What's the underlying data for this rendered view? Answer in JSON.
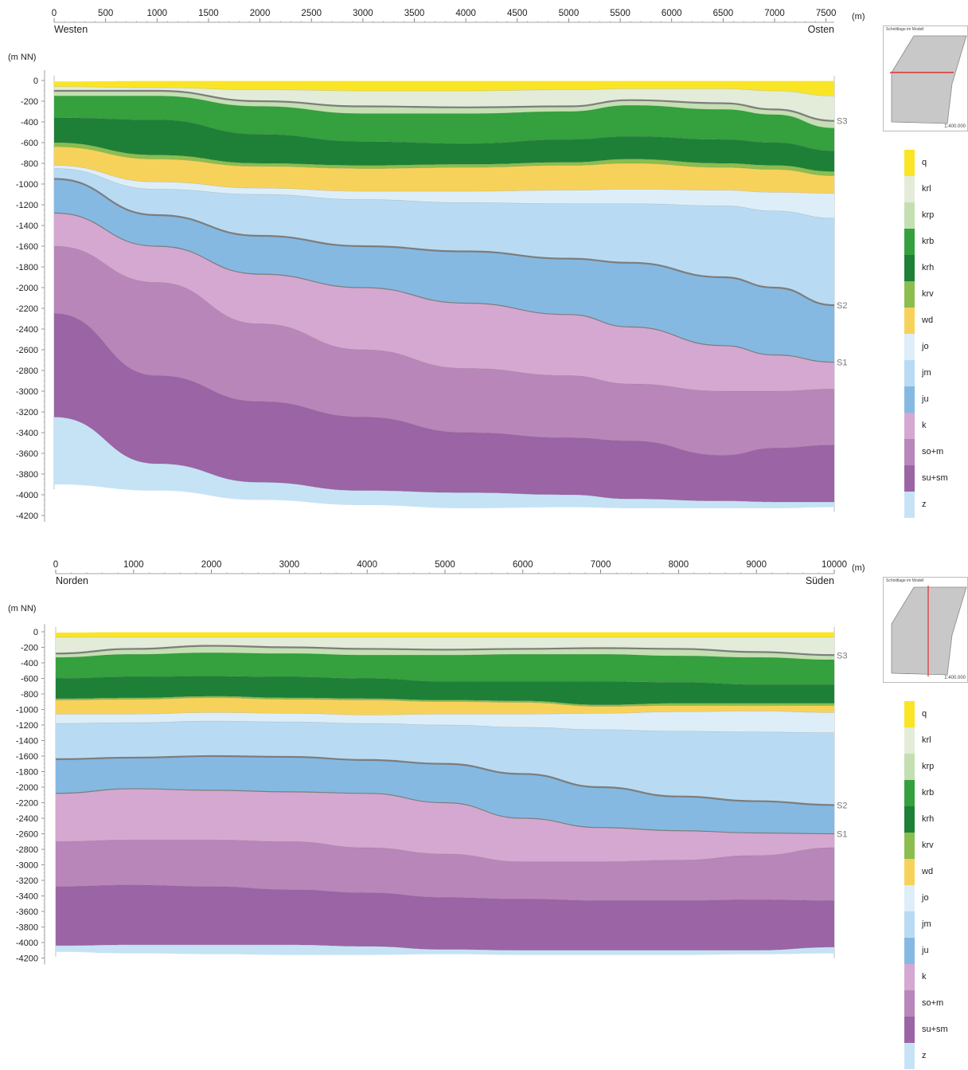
{
  "sections": [
    {
      "id": "we",
      "direction_left": "Westen",
      "direction_right": "Osten",
      "x_unit": "(m)",
      "y_unit": "(m NN)",
      "x_ticks": [
        "0",
        "500",
        "1000",
        "1500",
        "2000",
        "2500",
        "3000",
        "3500",
        "4000",
        "4500",
        "5000",
        "5500",
        "6000",
        "6500",
        "7000",
        "7500"
      ],
      "y_ticks": [
        "0",
        "-200",
        "-400",
        "-600",
        "-800",
        "-1000",
        "-1200",
        "-1400",
        "-1600",
        "-1800",
        "-2000",
        "-2200",
        "-2400",
        "-2600",
        "-2800",
        "-3000",
        "-3200",
        "-3400",
        "-3600",
        "-3800",
        "-4000",
        "-4200"
      ],
      "surface_labels": [
        "S3",
        "S2",
        "S1"
      ],
      "minimap_title": "Schnittlage im Modell",
      "minimap_scale": "1:400.000",
      "minimap_line_orientation": "horizontal"
    },
    {
      "id": "ns",
      "direction_left": "Norden",
      "direction_right": "Süden",
      "x_unit": "(m)",
      "y_unit": "(m NN)",
      "x_ticks": [
        "0",
        "1000",
        "2000",
        "3000",
        "4000",
        "5000",
        "6000",
        "7000",
        "8000",
        "9000",
        "10000"
      ],
      "y_ticks": [
        "0",
        "-200",
        "-400",
        "-600",
        "-800",
        "-1000",
        "-1200",
        "-1400",
        "-1600",
        "-1800",
        "-2000",
        "-2200",
        "-2400",
        "-2600",
        "-2800",
        "-3000",
        "-3200",
        "-3400",
        "-3600",
        "-3800",
        "-4000",
        "-4200"
      ],
      "surface_labels": [
        "S3",
        "S2",
        "S1"
      ],
      "minimap_title": "Schnittlage im Modell",
      "minimap_scale": "1:400.000",
      "minimap_line_orientation": "vertical"
    }
  ],
  "legend": [
    {
      "label": "q",
      "color": "#f9e526"
    },
    {
      "label": "krl",
      "color": "#e2ecd8"
    },
    {
      "label": "krp",
      "color": "#c4dfb2"
    },
    {
      "label": "krb",
      "color": "#35a03e"
    },
    {
      "label": "krh",
      "color": "#1e8037"
    },
    {
      "label": "krv",
      "color": "#8bbe4e"
    },
    {
      "label": "wd",
      "color": "#f7d25b"
    },
    {
      "label": "jo",
      "color": "#ddeef8"
    },
    {
      "label": "jm",
      "color": "#b8dbf3"
    },
    {
      "label": "ju",
      "color": "#85b9e2"
    },
    {
      "label": "k",
      "color": "#d4a8d0"
    },
    {
      "label": "so+m",
      "color": "#b886b9"
    },
    {
      "label": "su+sm",
      "color": "#9b64a5"
    },
    {
      "label": "z",
      "color": "#c6e3f6"
    }
  ],
  "profiles": {
    "we": {
      "xmax": 7580,
      "x": [
        0,
        1000,
        2000,
        3000,
        4000,
        5000,
        5600,
        6500,
        7000,
        7580
      ],
      "surfaces": {
        "top": [
          -10,
          -5,
          -5,
          -5,
          -5,
          -5,
          -5,
          -5,
          -5,
          -5
        ],
        "q": [
          -60,
          -70,
          -90,
          -100,
          -100,
          -90,
          -80,
          -80,
          -100,
          -150
        ],
        "krl": [
          -100,
          -100,
          -200,
          -250,
          -260,
          -250,
          -190,
          -220,
          -280,
          -390
        ],
        "krp": [
          -150,
          -150,
          -250,
          -320,
          -320,
          -300,
          -240,
          -280,
          -330,
          -460
        ],
        "krb": [
          -360,
          -380,
          -520,
          -590,
          -610,
          -570,
          -540,
          -570,
          -600,
          -680
        ],
        "krh": [
          -600,
          -720,
          -800,
          -820,
          -810,
          -790,
          -760,
          -800,
          -820,
          -880
        ],
        "krv": [
          -640,
          -760,
          -830,
          -850,
          -840,
          -820,
          -800,
          -840,
          -860,
          -920
        ],
        "wd": [
          -820,
          -980,
          -1040,
          -1070,
          -1070,
          -1060,
          -1050,
          -1060,
          -1080,
          -1090
        ],
        "jo": [
          -850,
          -1050,
          -1100,
          -1150,
          -1180,
          -1190,
          -1190,
          -1210,
          -1260,
          -1330
        ],
        "jm": [
          -950,
          -1300,
          -1500,
          -1600,
          -1650,
          -1720,
          -1760,
          -1900,
          -2000,
          -2170
        ],
        "ju": [
          -1280,
          -1600,
          -1870,
          -2000,
          -2150,
          -2260,
          -2380,
          -2560,
          -2650,
          -2720
        ],
        "k": [
          -1600,
          -1950,
          -2350,
          -2600,
          -2780,
          -2850,
          -2930,
          -3000,
          -3000,
          -2980
        ],
        "so": [
          -2250,
          -2850,
          -3100,
          -3250,
          -3400,
          -3450,
          -3480,
          -3620,
          -3550,
          -3520
        ],
        "su": [
          -3250,
          -3700,
          -3880,
          -3960,
          -3980,
          -4000,
          -4040,
          -4060,
          -4070,
          -4070
        ],
        "z": [
          -3900,
          -3960,
          -4050,
          -4100,
          -4130,
          -4120,
          -4130,
          -4130,
          -4130,
          -4120
        ]
      }
    },
    "ns": {
      "xmax": 10000,
      "x": [
        0,
        1000,
        2000,
        3000,
        4000,
        5000,
        6000,
        7000,
        8000,
        9000,
        10000
      ],
      "surfaces": {
        "top": [
          -10,
          -5,
          -5,
          -5,
          -5,
          -5,
          -5,
          -5,
          -5,
          -5,
          -5
        ],
        "q": [
          -70,
          -70,
          -70,
          -70,
          -70,
          -70,
          -70,
          -70,
          -70,
          -70,
          -70
        ],
        "krl": [
          -280,
          -220,
          -180,
          -200,
          -220,
          -230,
          -220,
          -210,
          -220,
          -260,
          -300
        ],
        "krp": [
          -330,
          -290,
          -270,
          -280,
          -300,
          -300,
          -290,
          -290,
          -310,
          -330,
          -360
        ],
        "krb": [
          -600,
          -580,
          -570,
          -580,
          -600,
          -640,
          -640,
          -640,
          -650,
          -680,
          -680
        ],
        "krh": [
          -860,
          -850,
          -830,
          -850,
          -860,
          -880,
          -890,
          -940,
          -920,
          -920,
          -920
        ],
        "krv": [
          -880,
          -870,
          -850,
          -870,
          -880,
          -900,
          -910,
          -960,
          -950,
          -950,
          -950
        ],
        "wd": [
          -1060,
          -1060,
          -1040,
          -1050,
          -1070,
          -1060,
          -1060,
          -1050,
          -1030,
          -1020,
          -1040
        ],
        "jo": [
          -1180,
          -1170,
          -1150,
          -1160,
          -1180,
          -1200,
          -1230,
          -1260,
          -1280,
          -1290,
          -1300
        ],
        "jm": [
          -1640,
          -1620,
          -1600,
          -1610,
          -1650,
          -1700,
          -1830,
          -2000,
          -2120,
          -2180,
          -2230
        ],
        "ju": [
          -2080,
          -2020,
          -2040,
          -2060,
          -2080,
          -2200,
          -2400,
          -2520,
          -2560,
          -2590,
          -2600
        ],
        "k": [
          -2700,
          -2680,
          -2680,
          -2700,
          -2780,
          -2860,
          -2960,
          -2960,
          -2940,
          -2880,
          -2780
        ],
        "so": [
          -3280,
          -3260,
          -3280,
          -3320,
          -3360,
          -3420,
          -3440,
          -3460,
          -3460,
          -3450,
          -3460
        ],
        "su": [
          -4040,
          -4030,
          -4030,
          -4030,
          -4050,
          -4090,
          -4100,
          -4100,
          -4100,
          -4100,
          -4060
        ],
        "z": [
          -4120,
          -4140,
          -4150,
          -4160,
          -4160,
          -4150,
          -4160,
          -4160,
          -4160,
          -4150,
          -4140
        ]
      }
    }
  }
}
